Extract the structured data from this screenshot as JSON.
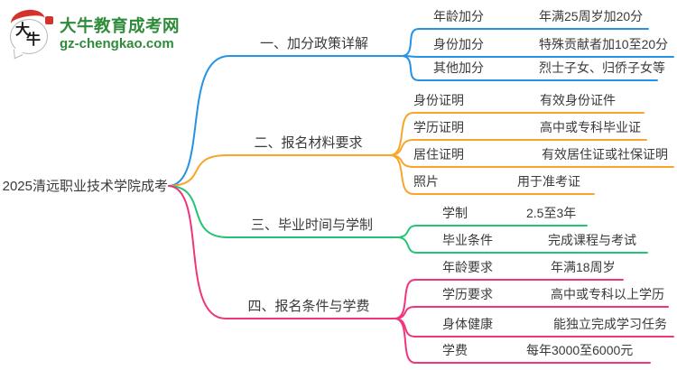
{
  "logo": {
    "mark": "大牛",
    "site_name": "大牛教育成考网",
    "site_url": "gz-chengkao.com"
  },
  "center": {
    "title": "2025清远职业技术学院成考"
  },
  "colors": {
    "blue": "#2492E6",
    "orange": "#F7A52B",
    "green": "#22C573",
    "pink": "#F0357D",
    "logo_green": "#2E8B3A",
    "logo_red": "#D4332C",
    "text": "#3A3A3A"
  },
  "branches": [
    {
      "label": "一、加分政策详解",
      "color": "blue",
      "items": [
        {
          "key": "年龄加分",
          "value": "年满25周岁加20分"
        },
        {
          "key": "身份加分",
          "value": "特殊贡献者加10至20分"
        },
        {
          "key": "其他加分",
          "value": "烈士子女、归侨子女等"
        }
      ]
    },
    {
      "label": "二、报名材料要求",
      "color": "orange",
      "items": [
        {
          "key": "身份证明",
          "value": "有效身份证件"
        },
        {
          "key": "学历证明",
          "value": "高中或专科毕业证"
        },
        {
          "key": "居住证明",
          "value": "有效居住证或社保证明"
        },
        {
          "key": "照片",
          "value": "用于准考证"
        }
      ]
    },
    {
      "label": "三、毕业时间与学制",
      "color": "green",
      "items": [
        {
          "key": "学制",
          "value": "2.5至3年"
        },
        {
          "key": "毕业条件",
          "value": "完成课程与考试"
        }
      ]
    },
    {
      "label": "四、报名条件与学费",
      "color": "pink",
      "items": [
        {
          "key": "年龄要求",
          "value": "年满18周岁"
        },
        {
          "key": "学历要求",
          "value": "高中或专科以上学历"
        },
        {
          "key": "身体健康",
          "value": "能独立完成学习任务"
        },
        {
          "key": "学费",
          "value": "每年3000至6000元"
        }
      ]
    }
  ]
}
